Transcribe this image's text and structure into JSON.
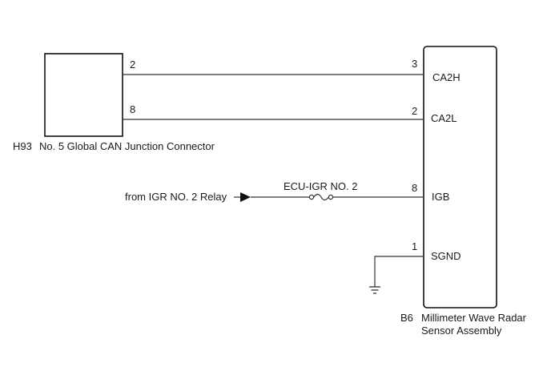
{
  "left_connector": {
    "code": "H93",
    "name": "No. 5 Global CAN Junction Connector",
    "pins": [
      "2",
      "8"
    ]
  },
  "right_component": {
    "code": "B6",
    "name_line1": "Millimeter Wave Radar",
    "name_line2": "Sensor Assembly",
    "pins": [
      {
        "number": "3",
        "signal": "CA2H"
      },
      {
        "number": "2",
        "signal": "CA2L"
      },
      {
        "number": "8",
        "signal": "IGB"
      },
      {
        "number": "1",
        "signal": "SGND"
      }
    ]
  },
  "power_source": {
    "label": "from IGR NO. 2 Relay",
    "fuse_label": "ECU-IGR NO. 2",
    "fuse_icon": "fuse-icon",
    "arrow_icon": "arrow-right-icon"
  },
  "ground": {
    "icon": "ground-icon"
  }
}
